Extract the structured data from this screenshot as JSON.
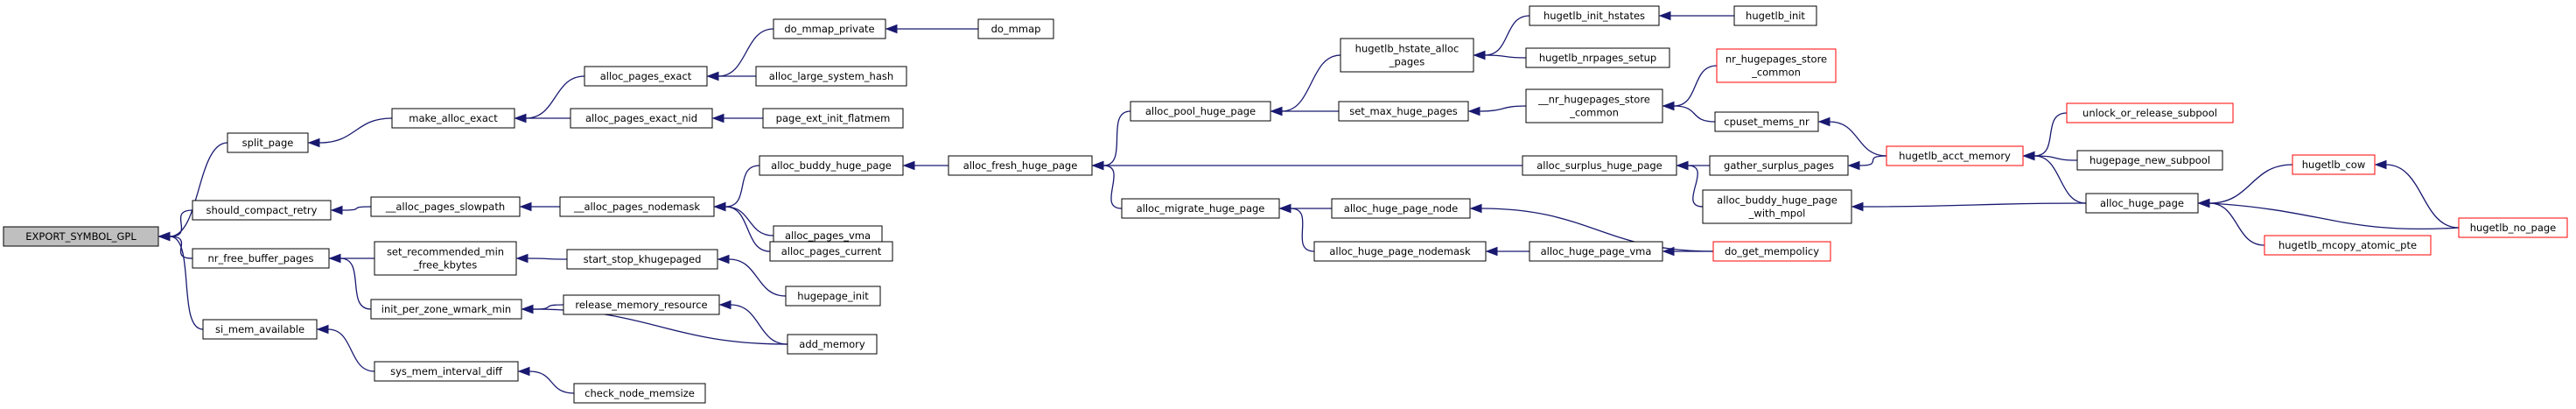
{
  "nodes": [
    {
      "id": "export_symbol_gpl",
      "lines": [
        "EXPORT_SYMBOL_GPL"
      ],
      "kind": "root"
    },
    {
      "id": "split_page",
      "lines": [
        "split_page"
      ]
    },
    {
      "id": "should_compact_retry",
      "lines": [
        "should_compact_retry"
      ]
    },
    {
      "id": "nr_free_buffer_pages",
      "lines": [
        "nr_free_buffer_pages"
      ]
    },
    {
      "id": "si_mem_available",
      "lines": [
        "si_mem_available"
      ]
    },
    {
      "id": "make_alloc_exact",
      "lines": [
        "make_alloc_exact"
      ]
    },
    {
      "id": "alloc_pages_slowpath",
      "lines": [
        "__alloc_pages_slowpath"
      ]
    },
    {
      "id": "set_recommended_min_free_kbytes",
      "lines": [
        "set_recommended_min",
        "_free_kbytes"
      ]
    },
    {
      "id": "init_per_zone_wmark_min",
      "lines": [
        "init_per_zone_wmark_min"
      ]
    },
    {
      "id": "sys_mem_interval_diff",
      "lines": [
        "sys_mem_interval_diff"
      ]
    },
    {
      "id": "alloc_pages_exact",
      "lines": [
        "alloc_pages_exact"
      ]
    },
    {
      "id": "alloc_pages_exact_nid",
      "lines": [
        "alloc_pages_exact_nid"
      ]
    },
    {
      "id": "alloc_pages_nodemask",
      "lines": [
        "__alloc_pages_nodemask"
      ]
    },
    {
      "id": "start_stop_khugepaged",
      "lines": [
        "start_stop_khugepaged"
      ]
    },
    {
      "id": "release_memory_resource",
      "lines": [
        "release_memory_resource"
      ]
    },
    {
      "id": "check_node_memsize",
      "lines": [
        "check_node_memsize"
      ]
    },
    {
      "id": "do_mmap_private",
      "lines": [
        "do_mmap_private"
      ]
    },
    {
      "id": "alloc_large_system_hash",
      "lines": [
        "alloc_large_system_hash"
      ]
    },
    {
      "id": "page_ext_init_flatmem",
      "lines": [
        "page_ext_init_flatmem"
      ]
    },
    {
      "id": "alloc_buddy_huge_page",
      "lines": [
        "alloc_buddy_huge_page"
      ]
    },
    {
      "id": "alloc_pages_vma",
      "lines": [
        "alloc_pages_vma"
      ]
    },
    {
      "id": "alloc_pages_current",
      "lines": [
        "alloc_pages_current"
      ]
    },
    {
      "id": "hugepage_init",
      "lines": [
        "hugepage_init"
      ]
    },
    {
      "id": "add_memory",
      "lines": [
        "add_memory"
      ]
    },
    {
      "id": "do_mmap",
      "lines": [
        "do_mmap"
      ]
    },
    {
      "id": "alloc_fresh_huge_page",
      "lines": [
        "alloc_fresh_huge_page"
      ]
    },
    {
      "id": "alloc_pool_huge_page",
      "lines": [
        "alloc_pool_huge_page"
      ]
    },
    {
      "id": "alloc_migrate_huge_page",
      "lines": [
        "alloc_migrate_huge_page"
      ]
    },
    {
      "id": "hugetlb_hstate_alloc_pages",
      "lines": [
        "hugetlb_hstate_alloc",
        "_pages"
      ]
    },
    {
      "id": "set_max_huge_pages",
      "lines": [
        "set_max_huge_pages"
      ]
    },
    {
      "id": "alloc_huge_page_node",
      "lines": [
        "alloc_huge_page_node"
      ]
    },
    {
      "id": "alloc_huge_page_nodemask",
      "lines": [
        "alloc_huge_page_nodemask"
      ]
    },
    {
      "id": "hugetlb_init_hstates",
      "lines": [
        "hugetlb_init_hstates"
      ]
    },
    {
      "id": "hugetlb_nrpages_setup",
      "lines": [
        "hugetlb_nrpages_setup"
      ]
    },
    {
      "id": "nr_hugepages_store_common",
      "lines": [
        "__nr_hugepages_store",
        "_common"
      ]
    },
    {
      "id": "alloc_surplus_huge_page",
      "lines": [
        "alloc_surplus_huge_page"
      ]
    },
    {
      "id": "alloc_huge_page_vma",
      "lines": [
        "alloc_huge_page_vma"
      ]
    },
    {
      "id": "hugetlb_init",
      "lines": [
        "hugetlb_init"
      ]
    },
    {
      "id": "nr_hugepages_store_common_red",
      "lines": [
        "nr_hugepages_store",
        "_common"
      ],
      "kind": "red"
    },
    {
      "id": "cpuset_mems_nr",
      "lines": [
        "cpuset_mems_nr"
      ]
    },
    {
      "id": "gather_surplus_pages",
      "lines": [
        "gather_surplus_pages"
      ]
    },
    {
      "id": "alloc_buddy_huge_page_with_mpol",
      "lines": [
        "alloc_buddy_huge_page",
        "_with_mpol"
      ]
    },
    {
      "id": "do_get_mempolicy",
      "lines": [
        "do_get_mempolicy"
      ],
      "kind": "red"
    },
    {
      "id": "hugetlb_acct_memory",
      "lines": [
        "hugetlb_acct_memory"
      ],
      "kind": "red"
    },
    {
      "id": "unlock_or_release_subpool",
      "lines": [
        "unlock_or_release_subpool"
      ],
      "kind": "red"
    },
    {
      "id": "hugepage_new_subpool",
      "lines": [
        "hugepage_new_subpool"
      ]
    },
    {
      "id": "alloc_huge_page",
      "lines": [
        "alloc_huge_page"
      ]
    },
    {
      "id": "hugetlb_cow",
      "lines": [
        "hugetlb_cow"
      ],
      "kind": "red"
    },
    {
      "id": "hugetlb_mcopy_atomic_pte",
      "lines": [
        "hugetlb_mcopy_atomic_pte"
      ],
      "kind": "red"
    },
    {
      "id": "hugetlb_no_page",
      "lines": [
        "hugetlb_no_page"
      ],
      "kind": "red"
    }
  ],
  "edges": [
    [
      "split_page",
      "export_symbol_gpl"
    ],
    [
      "should_compact_retry",
      "export_symbol_gpl"
    ],
    [
      "nr_free_buffer_pages",
      "export_symbol_gpl"
    ],
    [
      "si_mem_available",
      "export_symbol_gpl"
    ],
    [
      "make_alloc_exact",
      "split_page"
    ],
    [
      "alloc_pages_slowpath",
      "should_compact_retry"
    ],
    [
      "set_recommended_min_free_kbytes",
      "nr_free_buffer_pages"
    ],
    [
      "init_per_zone_wmark_min",
      "nr_free_buffer_pages"
    ],
    [
      "sys_mem_interval_diff",
      "si_mem_available"
    ],
    [
      "alloc_pages_exact",
      "make_alloc_exact"
    ],
    [
      "alloc_pages_exact_nid",
      "make_alloc_exact"
    ],
    [
      "alloc_pages_nodemask",
      "alloc_pages_slowpath"
    ],
    [
      "start_stop_khugepaged",
      "set_recommended_min_free_kbytes"
    ],
    [
      "release_memory_resource",
      "init_per_zone_wmark_min"
    ],
    [
      "add_memory",
      "init_per_zone_wmark_min"
    ],
    [
      "check_node_memsize",
      "sys_mem_interval_diff"
    ],
    [
      "do_mmap_private",
      "alloc_pages_exact"
    ],
    [
      "alloc_large_system_hash",
      "alloc_pages_exact"
    ],
    [
      "page_ext_init_flatmem",
      "alloc_pages_exact_nid"
    ],
    [
      "alloc_buddy_huge_page",
      "alloc_pages_nodemask"
    ],
    [
      "alloc_pages_vma",
      "alloc_pages_nodemask"
    ],
    [
      "alloc_pages_current",
      "alloc_pages_nodemask"
    ],
    [
      "hugepage_init",
      "start_stop_khugepaged"
    ],
    [
      "add_memory",
      "release_memory_resource"
    ],
    [
      "do_mmap",
      "do_mmap_private"
    ],
    [
      "alloc_fresh_huge_page",
      "alloc_buddy_huge_page"
    ],
    [
      "alloc_pool_huge_page",
      "alloc_fresh_huge_page"
    ],
    [
      "alloc_migrate_huge_page",
      "alloc_fresh_huge_page"
    ],
    [
      "alloc_surplus_huge_page",
      "alloc_fresh_huge_page"
    ],
    [
      "hugetlb_hstate_alloc_pages",
      "alloc_pool_huge_page"
    ],
    [
      "set_max_huge_pages",
      "alloc_pool_huge_page"
    ],
    [
      "alloc_huge_page_node",
      "alloc_migrate_huge_page"
    ],
    [
      "alloc_huge_page_nodemask",
      "alloc_migrate_huge_page"
    ],
    [
      "hugetlb_init_hstates",
      "hugetlb_hstate_alloc_pages"
    ],
    [
      "hugetlb_nrpages_setup",
      "hugetlb_hstate_alloc_pages"
    ],
    [
      "nr_hugepages_store_common",
      "set_max_huge_pages"
    ],
    [
      "alloc_huge_page_vma",
      "alloc_huge_page_nodemask"
    ],
    [
      "do_get_mempolicy",
      "alloc_huge_page_node"
    ],
    [
      "hugetlb_init",
      "hugetlb_init_hstates"
    ],
    [
      "nr_hugepages_store_common_red",
      "nr_hugepages_store_common"
    ],
    [
      "cpuset_mems_nr",
      "nr_hugepages_store_common"
    ],
    [
      "gather_surplus_pages",
      "alloc_surplus_huge_page"
    ],
    [
      "alloc_buddy_huge_page_with_mpol",
      "alloc_surplus_huge_page"
    ],
    [
      "do_get_mempolicy",
      "alloc_huge_page_vma"
    ],
    [
      "hugetlb_acct_memory",
      "cpuset_mems_nr"
    ],
    [
      "hugetlb_acct_memory",
      "gather_surplus_pages"
    ],
    [
      "alloc_huge_page",
      "alloc_buddy_huge_page_with_mpol"
    ],
    [
      "unlock_or_release_subpool",
      "hugetlb_acct_memory"
    ],
    [
      "hugepage_new_subpool",
      "hugetlb_acct_memory"
    ],
    [
      "alloc_huge_page",
      "hugetlb_acct_memory"
    ],
    [
      "hugetlb_cow",
      "alloc_huge_page"
    ],
    [
      "hugetlb_mcopy_atomic_pte",
      "alloc_huge_page"
    ],
    [
      "hugetlb_no_page",
      "alloc_huge_page"
    ],
    [
      "hugetlb_no_page",
      "hugetlb_cow"
    ]
  ]
}
